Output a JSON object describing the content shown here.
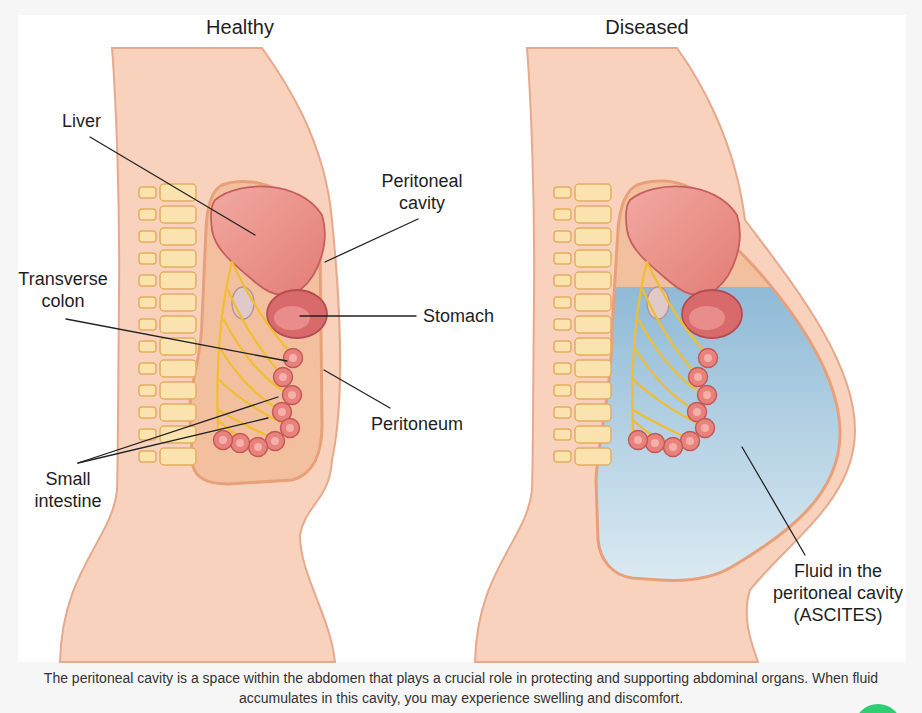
{
  "diagram": {
    "caption": "The peritoneal cavity is a space within the abdomen that plays a crucial role in protecting and supporting abdominal organs. When fluid accumulates in this cavity, you may experience swelling and discomfort.",
    "labels": [
      "Healthy",
      "Diseased",
      "Liver",
      "Transverse colon",
      "Small intestine",
      "Peritoneal cavity",
      "Stomach",
      "Peritoneum",
      "Fluid in the peritoneal cavity (ASCITES)"
    ]
  }
}
